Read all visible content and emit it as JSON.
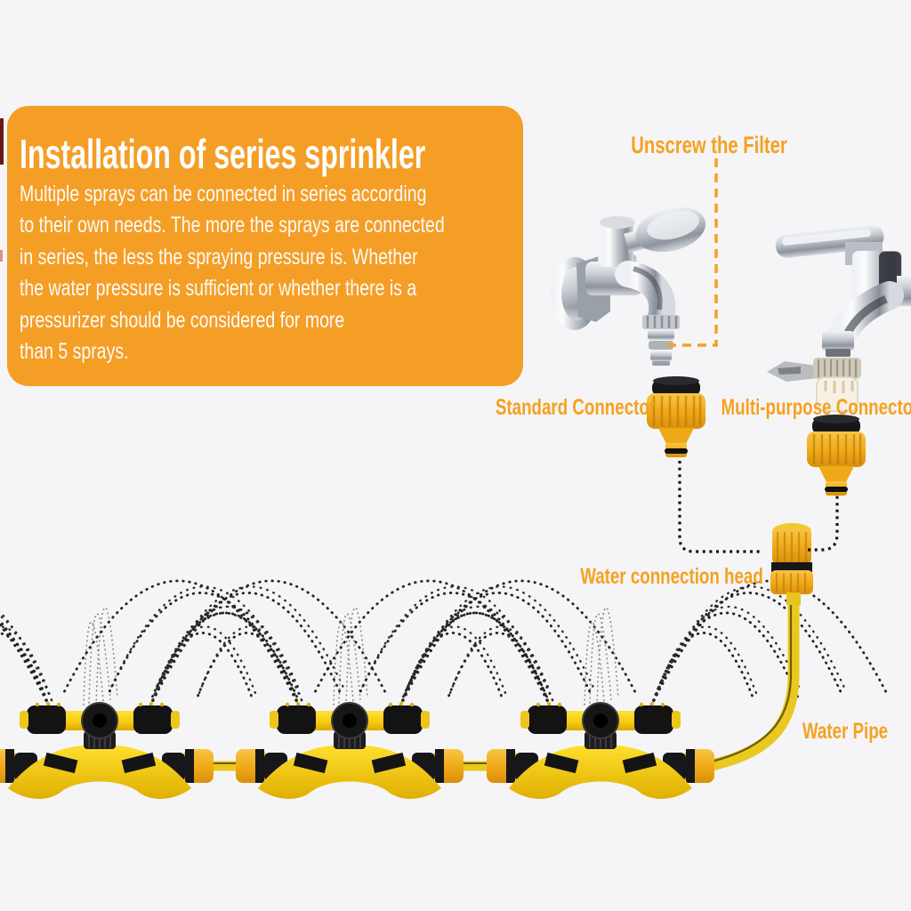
{
  "info_box": {
    "title": "Installation of series sprinkler",
    "lines": [
      "Multiple sprays can be connected in series according",
      "to their own needs. The more the sprays are connected",
      "in series, the less the spraying pressure is. Whether",
      "the water pressure is sufficient or whether there is a",
      "pressurizer should be considered for more",
      "than 5 sprays."
    ]
  },
  "labels": {
    "unscrew_filter": "Unscrew the Filter",
    "standard_connector": "Standard Connector",
    "multi_purpose_connector": "Multi-purpose Connector",
    "water_connection_head": "Water connection head",
    "water_pipe": "Water Pipe"
  },
  "colors": {
    "background": "#F5F5F7",
    "panel_orange": "#F59E25",
    "label_orange": "#F5A11F",
    "sprinkler_yellow": "#FFD60A",
    "connector_orange": "#EFA816",
    "hose_yellow": "#E9C91F",
    "spray_dot": "#242424",
    "mist_dot": "#8A8A8A",
    "chrome_light": "#F4F5F7",
    "chrome_dark": "#8F939B"
  }
}
